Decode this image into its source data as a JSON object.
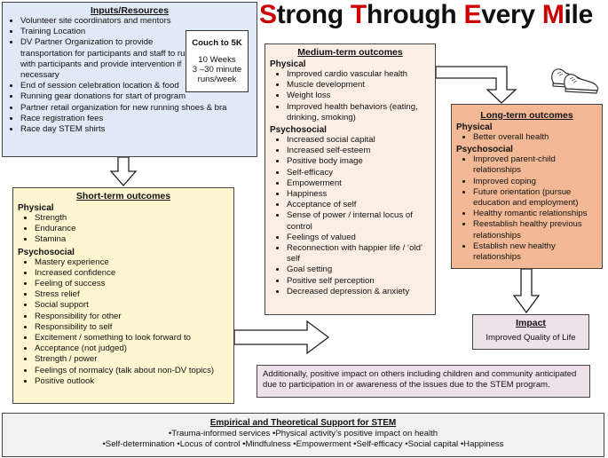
{
  "title": {
    "words": [
      {
        "k": "S",
        "r": "trong"
      },
      {
        "k": "T",
        "r": "hrough"
      },
      {
        "k": "E",
        "r": "very"
      },
      {
        "k": "M",
        "r": "ile"
      }
    ],
    "accent_color": "#c00000"
  },
  "inputs": {
    "title": "Inputs/Resources",
    "items": [
      "Volunteer site coordinators and mentors",
      "Training Location",
      "DV Partner Organization to provide transportation for participants and staff to run with participants and provide intervention if necessary",
      "End of session celebration location & food",
      "Running gear donations for start of program",
      "Partner retail organization for new running shoes & bra",
      "Race registration fees",
      "Race day STEM shirts"
    ]
  },
  "couch": {
    "title": "Couch to 5K",
    "line1": "10 Weeks",
    "line2": "3 –30 minute runs/week"
  },
  "short_term": {
    "title": "Short-term outcomes",
    "physical_label": "Physical",
    "physical": [
      "Strength",
      "Endurance",
      "Stamina"
    ],
    "psychosocial_label": "Psychosocial",
    "psychosocial": [
      "Mastery experience",
      "Increased confidence",
      "Feeling of success",
      "Stress relief",
      "Social support",
      "Responsibility for other",
      "Responsibility to self",
      "Excitement / something to look forward to",
      "Acceptance (not judged)",
      "Strength / power",
      "Feelings of normalcy (talk about non-DV topics)",
      "Positive outlook"
    ]
  },
  "medium_term": {
    "title": "Medium-term outcomes",
    "physical_label": "Physical",
    "physical": [
      "Improved cardio vascular health",
      "Muscle development",
      "Weight loss",
      "Improved health behaviors (eating, drinking, smoking)"
    ],
    "psychosocial_label": "Psychosocial",
    "psychosocial": [
      "Increased social capital",
      "Increased self-esteem",
      "Positive body image",
      "Self-efficacy",
      "Empowerment",
      "Happiness",
      "Acceptance of self",
      "Sense of power / internal locus of control",
      "Feelings of valued",
      "Reconnection with happier life / ‘old’ self",
      "Goal setting",
      "Positive self perception",
      "Decreased depression & anxiety"
    ]
  },
  "long_term": {
    "title": "Long-term outcomes",
    "physical_label": "Physical",
    "physical": [
      "Better overall health"
    ],
    "psychosocial_label": "Psychosocial",
    "psychosocial": [
      "Improved parent-child relationships",
      "Improved coping",
      "Future orientation (pursue education and employment)",
      "Healthy romantic relationships",
      "Reestablish healthy previous relationships",
      "Establish new healthy relationships"
    ]
  },
  "impact": {
    "title": "Impact",
    "value": "Improved Quality of Life"
  },
  "additional": {
    "text": "Additionally, positive impact on others including children and community anticipated due to participation in or awareness of the issues due to the STEM program."
  },
  "support": {
    "title": "Empirical and Theoretical Support for STEM",
    "line1": "•Trauma-informed services •Physical activity’s positive impact on health",
    "line2": "•Self-determination •Locus of control •Mindfulness •Empowerment •Self-efficacy •Social capital •Happiness"
  },
  "icons": [
    "running-shoes-icon"
  ]
}
